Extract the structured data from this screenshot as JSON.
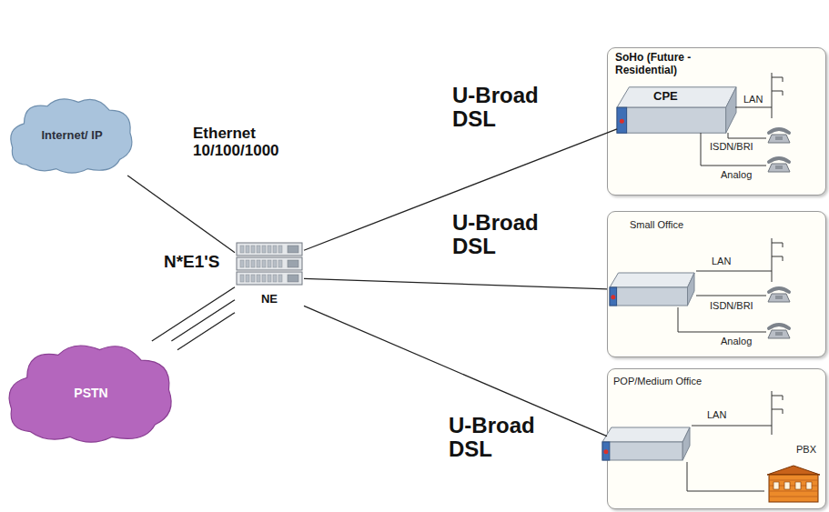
{
  "diagram": {
    "nodes": [
      {
        "text": [
          "Internet/ IP"
        ]
      },
      {
        "text": [
          "PSTN"
        ]
      },
      {
        "text": [
          "NE"
        ]
      },
      {
        "text": [
          "SoHo (Future - Residential)"
        ]
      },
      {
        "text": [
          "CPE"
        ],
        "in": 3
      },
      {
        "text": [
          "Small Office"
        ]
      },
      {
        "text": [
          "POP/Medium Office"
        ]
      },
      {
        "text": [
          "PBX"
        ],
        "in": 6
      }
    ],
    "edges": [
      {
        "from": 0,
        "to": 2,
        "arrow": "none",
        "label": "Ethernet 10/100/1000"
      },
      {
        "from": 1,
        "to": 2,
        "arrow": "none"
      },
      {
        "from": 1,
        "to": 2,
        "arrow": "none",
        "label": "N*E1'S"
      },
      {
        "from": 1,
        "to": 2,
        "arrow": "none"
      },
      {
        "from": 2,
        "to": 4,
        "arrow": "none",
        "label": "U-Broad DSL"
      },
      {
        "from": 2,
        "to": 5,
        "arrow": "none",
        "label": "U-Broad DSL"
      },
      {
        "from": 2,
        "to": 6,
        "arrow": "none",
        "label": "U-Broad DSL"
      }
    ],
    "labels": [
      "LAN",
      "ISDN/BRI",
      "Analog",
      "LAN",
      "ISDN/BRI",
      "Analog",
      "LAN"
    ]
  }
}
